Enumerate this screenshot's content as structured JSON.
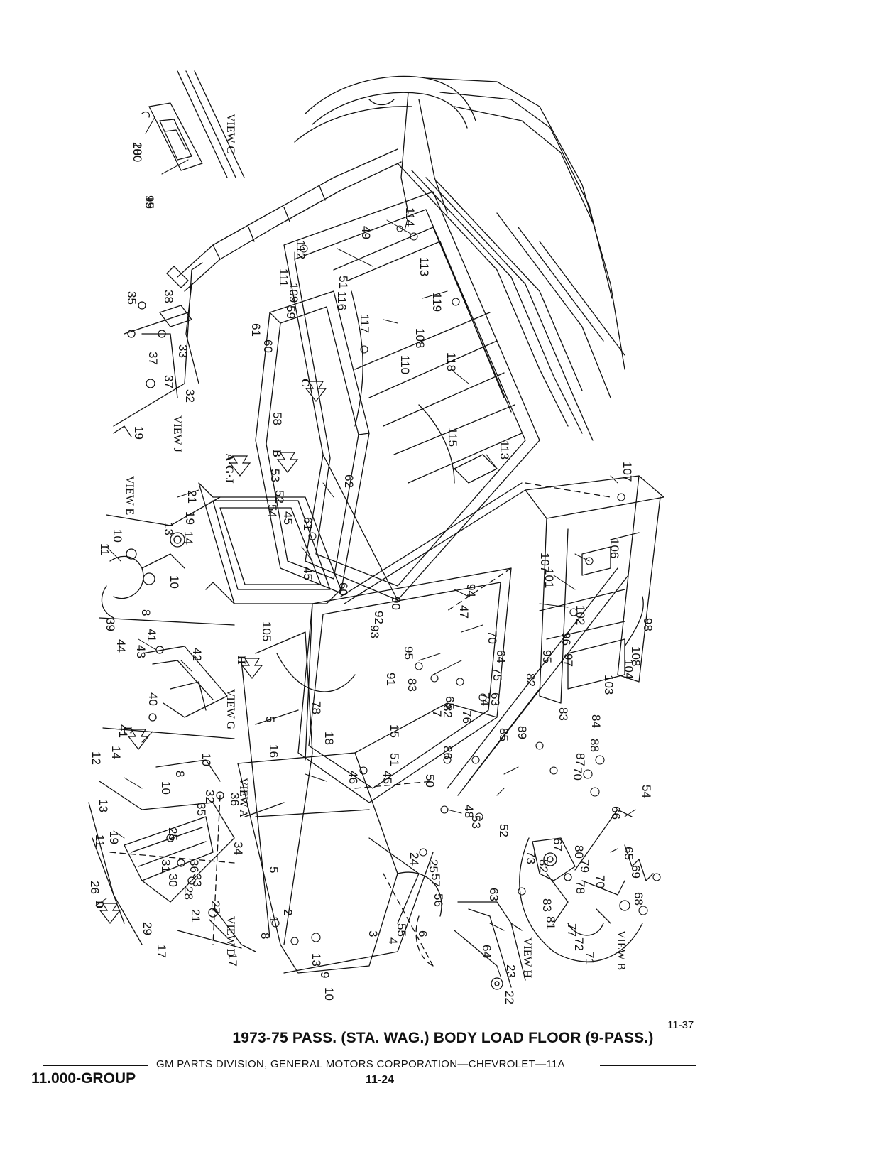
{
  "figure_number": "11-37",
  "caption": "1973-75 PASS. (STA. WAG.) BODY LOAD FLOOR (9-PASS.)",
  "footer": {
    "text": "GM PARTS DIVISION, GENERAL MOTORS CORPORATION—CHEVROLET—11A",
    "group": "11.000-GROUP",
    "page": "11-24"
  },
  "view_labels": [
    "VIEW C",
    "VIEW E",
    "VIEW J",
    "VIEW G",
    "VIEW A",
    "VIEW D",
    "VIEW H",
    "VIEW B"
  ],
  "arrow_labels": [
    "A·G·J",
    "B",
    "C",
    "D",
    "E",
    "H"
  ],
  "callouts": [
    "100",
    "99",
    "35",
    "38",
    "37",
    "33",
    "37",
    "32",
    "19",
    "49",
    "114",
    "112",
    "111",
    "109",
    "51",
    "113",
    "59",
    "116",
    "61",
    "60",
    "117",
    "119",
    "108",
    "110",
    "118",
    "58",
    "115",
    "113",
    "107",
    "53",
    "52",
    "54",
    "45",
    "61",
    "62",
    "21",
    "19",
    "13",
    "10",
    "11",
    "14",
    "10",
    "8",
    "39",
    "41",
    "44",
    "43",
    "42",
    "40",
    "41",
    "45",
    "60",
    "90",
    "94",
    "47",
    "92",
    "93",
    "70",
    "95",
    "91",
    "83",
    "64",
    "101",
    "107",
    "106",
    "102",
    "96",
    "97",
    "95",
    "98",
    "108",
    "104",
    "103",
    "105",
    "78",
    "18",
    "5",
    "16",
    "15",
    "7",
    "82",
    "76",
    "75",
    "74",
    "63",
    "65",
    "82",
    "83",
    "84",
    "85",
    "89",
    "88",
    "87",
    "70",
    "86",
    "50",
    "51",
    "45",
    "46",
    "48",
    "53",
    "52",
    "54",
    "66",
    "65",
    "69",
    "68",
    "67",
    "80",
    "79",
    "70",
    "73",
    "82",
    "83",
    "78",
    "81",
    "77",
    "72",
    "71",
    "63",
    "64",
    "23",
    "22",
    "24",
    "25",
    "57",
    "56",
    "55",
    "6",
    "4",
    "3",
    "5",
    "2",
    "1",
    "8",
    "9",
    "10",
    "13",
    "12",
    "14",
    "13",
    "19",
    "11",
    "10",
    "8",
    "10",
    "35",
    "36",
    "32",
    "36",
    "25",
    "34",
    "33",
    "28",
    "30",
    "31",
    "26",
    "27",
    "21",
    "29",
    "17",
    "17",
    "28",
    "15"
  ]
}
